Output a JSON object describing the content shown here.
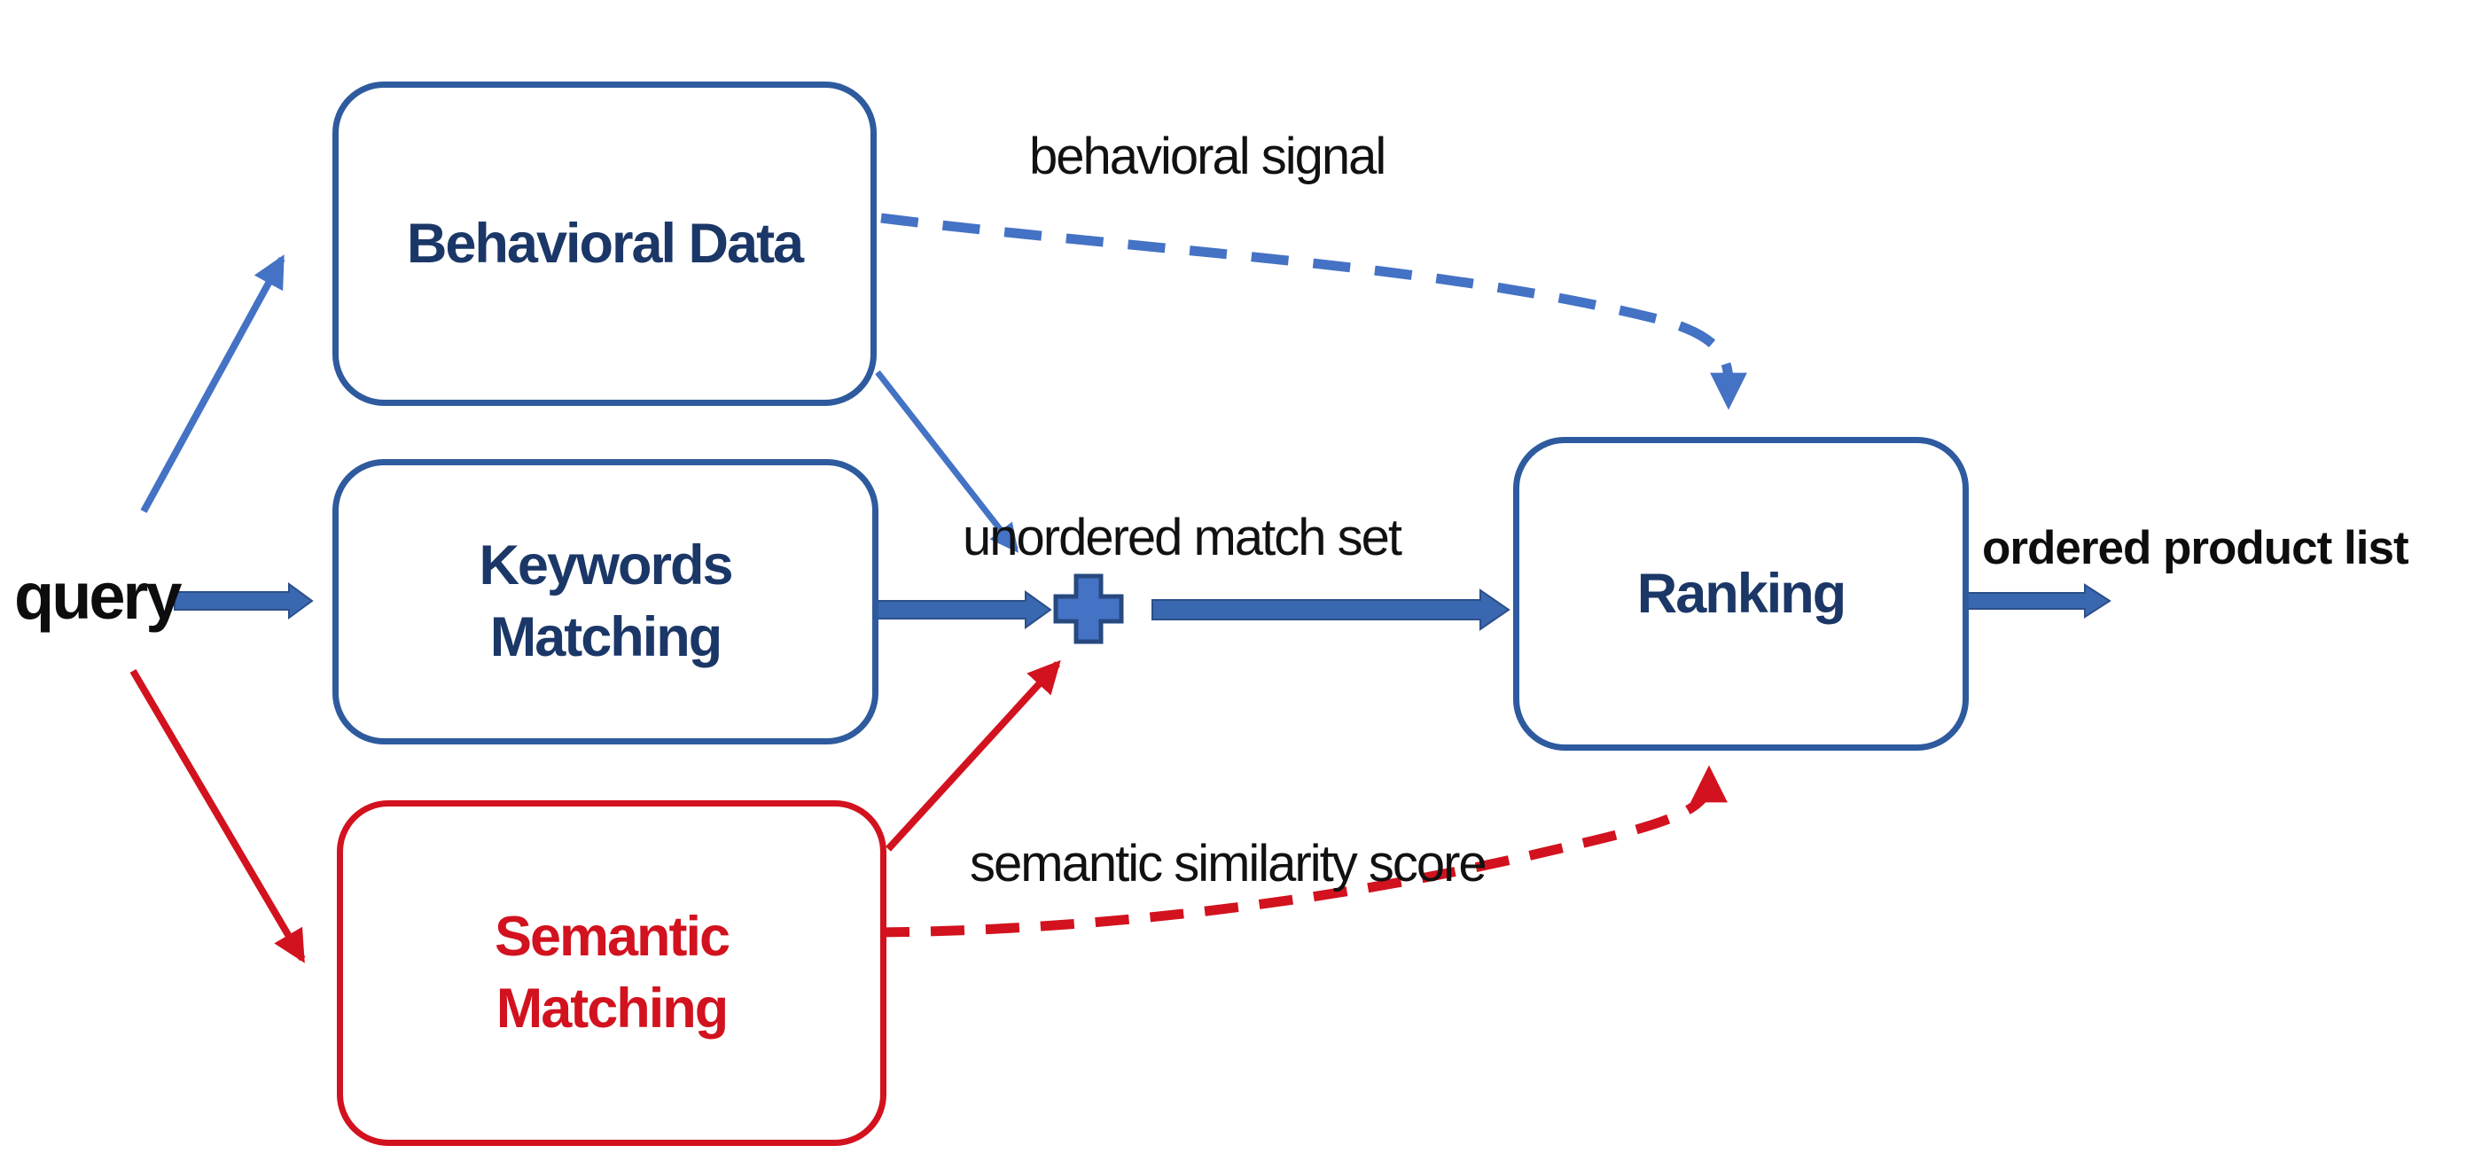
{
  "diagram": {
    "query_label": "query",
    "output_label": "ordered product list",
    "nodes": [
      {
        "id": "behavioral-data",
        "label": "Behavioral Data",
        "color": "blue"
      },
      {
        "id": "keywords-matching",
        "label": "Keywords\nMatching",
        "color": "blue"
      },
      {
        "id": "semantic-matching",
        "label": "Semantic\nMatching",
        "color": "red"
      },
      {
        "id": "ranking",
        "label": "Ranking",
        "color": "blue"
      }
    ],
    "annotations": [
      {
        "id": "behavioral-signal",
        "text": "behavioral signal"
      },
      {
        "id": "unordered-match-set",
        "text": "unordered match set"
      },
      {
        "id": "semantic-similarity-score",
        "text": "semantic similarity score"
      }
    ],
    "icons": [
      {
        "id": "merge-plus-icon",
        "meaning": "merge / union of match sets",
        "glyph": "+"
      }
    ],
    "edges": [
      {
        "from": "query",
        "to": "behavioral-data",
        "style": "solid thin blue"
      },
      {
        "from": "query",
        "to": "keywords-matching",
        "style": "solid thick blue"
      },
      {
        "from": "query",
        "to": "semantic-matching",
        "style": "solid thin red"
      },
      {
        "from": "behavioral-data",
        "to": "merge-plus",
        "style": "solid thin blue"
      },
      {
        "from": "keywords-matching",
        "to": "merge-plus",
        "style": "solid thick blue"
      },
      {
        "from": "semantic-matching",
        "to": "merge-plus",
        "style": "solid thin red"
      },
      {
        "from": "merge-plus",
        "to": "ranking",
        "style": "solid thick blue"
      },
      {
        "from": "behavioral-data",
        "to": "ranking",
        "style": "dashed blue",
        "label": "behavioral signal"
      },
      {
        "from": "semantic-matching",
        "to": "ranking",
        "style": "dashed red",
        "label": "semantic similarity score"
      },
      {
        "from": "ranking",
        "to": "output",
        "style": "solid thick blue"
      }
    ],
    "colors": {
      "blue_border": "#2E5A9E",
      "navy_text": "#1B3767",
      "thin_blue_arrow": "#4472C4",
      "thick_arrow_fill": "#3A68B0",
      "thick_arrow_edge": "#2B4F8A",
      "red": "#D2121E",
      "annotation_text": "#111111"
    }
  }
}
